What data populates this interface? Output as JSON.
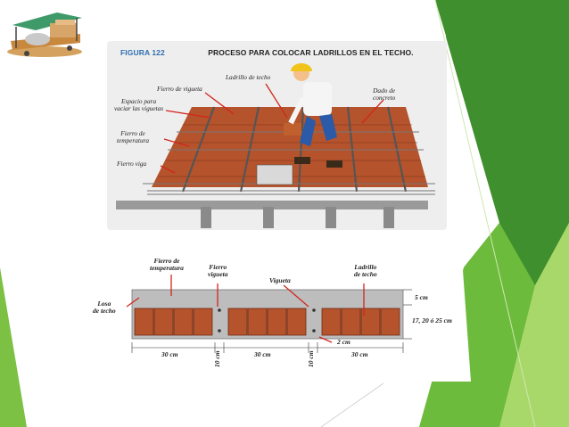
{
  "figure": {
    "number": "FIGURA 122",
    "title": "PROCESO PARA COLOCAR LADRILLOS EN EL TECHO.",
    "labels": {
      "ladrillo_techo": "Ladrillo de techo",
      "fierro_vigueta": "Fierro de vigueta",
      "espacio_viguetas": "Espacio para\nvaciar las viguetas",
      "dado_concreto": "Dado de\nconcreto",
      "fierro_temperatura": "Fierro de\ntemperatura",
      "fierro_viga": "Fierro viga"
    }
  },
  "section": {
    "labels": {
      "fierro_temperatura": "Fierro de\ntemperatura",
      "fierro_vigueta": "Fierro\nvigueta",
      "vigueta": "Vigueta",
      "ladrillo_techo": "Ladrillo\nde techo",
      "losa_techo": "Losa\nde techo",
      "slab_5cm": "5 cm",
      "heights": "17, 20 ó 25 cm",
      "cover_2cm": "2 cm",
      "span_1": "30 cm",
      "rib_1": "10 cm",
      "span_2": "30 cm",
      "rib_2": "10 cm",
      "span_3": "30 cm"
    }
  },
  "theme": {
    "green_dark": "#3f8f2e",
    "green_mid": "#6dbb3c",
    "green_light": "#a9d86a",
    "brick": "#b5532c",
    "concrete": "#bdbdbd",
    "arrow_red": "#d2261c",
    "title_blue": "#2f6fb2"
  }
}
